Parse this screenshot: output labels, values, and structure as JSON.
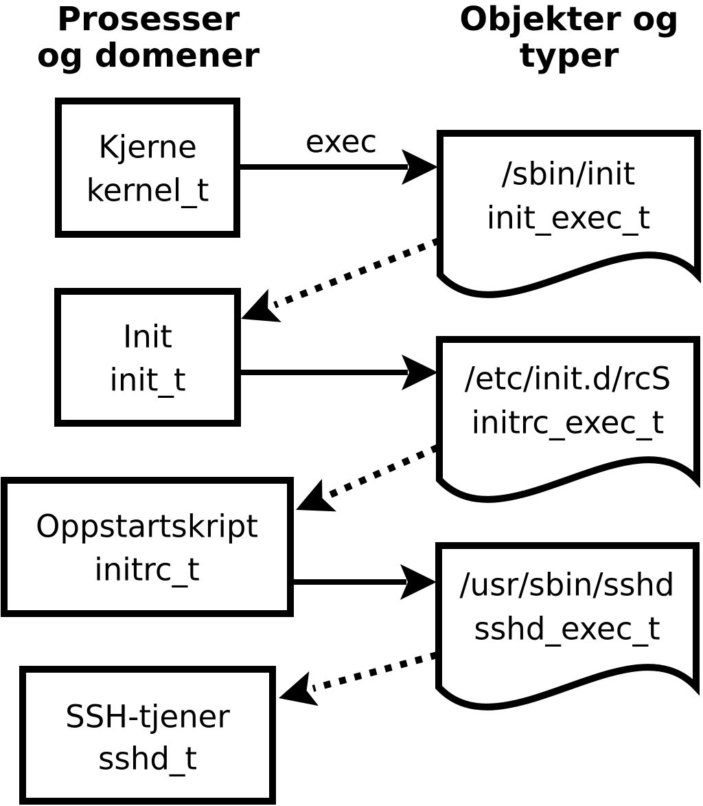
{
  "diagram": {
    "headers": {
      "left": {
        "line1": "Prosesser",
        "line2": "og domener"
      },
      "right": {
        "line1": "Objekter og",
        "line2": "typer"
      }
    },
    "processes": [
      {
        "name": "Kjerne",
        "type": "kernel_t"
      },
      {
        "name": "Init",
        "type": "init_t"
      },
      {
        "name": "Oppstartskript",
        "type": "initrc_t"
      },
      {
        "name": "SSH-tjener",
        "type": "sshd_t"
      }
    ],
    "objects": [
      {
        "path": "/sbin/init",
        "type": "init_exec_t"
      },
      {
        "path": "/etc/init.d/rcS",
        "type": "initrc_exec_t"
      },
      {
        "path": "/usr/sbin/sshd",
        "type": "sshd_exec_t"
      }
    ],
    "edge_labels": {
      "exec": "exec"
    },
    "edges": [
      {
        "from": "kernel_t",
        "to": "init_exec_t",
        "style": "solid",
        "label": "exec"
      },
      {
        "from": "init_exec_t",
        "to": "init_t",
        "style": "dotted",
        "label": ""
      },
      {
        "from": "init_t",
        "to": "initrc_exec_t",
        "style": "solid",
        "label": ""
      },
      {
        "from": "initrc_exec_t",
        "to": "initrc_t",
        "style": "dotted",
        "label": ""
      },
      {
        "from": "initrc_t",
        "to": "sshd_exec_t",
        "style": "solid",
        "label": ""
      },
      {
        "from": "sshd_exec_t",
        "to": "sshd_t",
        "style": "dotted",
        "label": ""
      }
    ],
    "colors": {
      "foreground": "#000000",
      "background": "#ffffff"
    }
  }
}
